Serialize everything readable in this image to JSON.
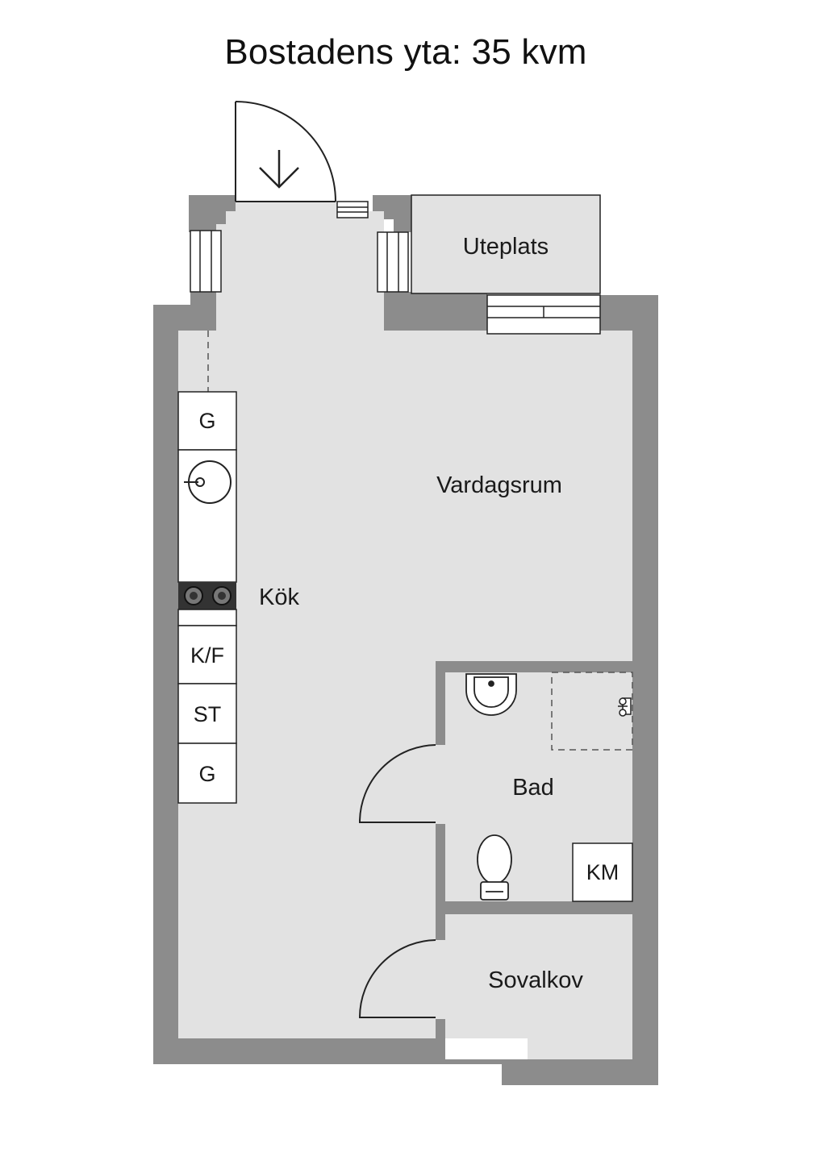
{
  "title": "Bostadens yta: 35 kvm",
  "colors": {
    "wall": "#8c8c8c",
    "floor": "#e2e2e2",
    "fixture": "#ffffff",
    "line": "#222222",
    "stove": "#333333"
  },
  "rooms": {
    "uteplats": "Uteplats",
    "vardagsrum": "Vardagsrum",
    "kok": "Kök",
    "bad": "Bad",
    "sovalkov": "Sovalkov"
  },
  "kitchen_units": {
    "g_top": "G",
    "kf": "K/F",
    "st": "ST",
    "g_bottom": "G"
  },
  "bath_units": {
    "km": "KM"
  },
  "icons": {
    "entrance_arrow": "arrow-down-icon",
    "sink": "sink-icon",
    "stove": "stove-icon",
    "washbasin": "washbasin-icon",
    "toilet": "toilet-icon",
    "shower": "shower-icon"
  }
}
